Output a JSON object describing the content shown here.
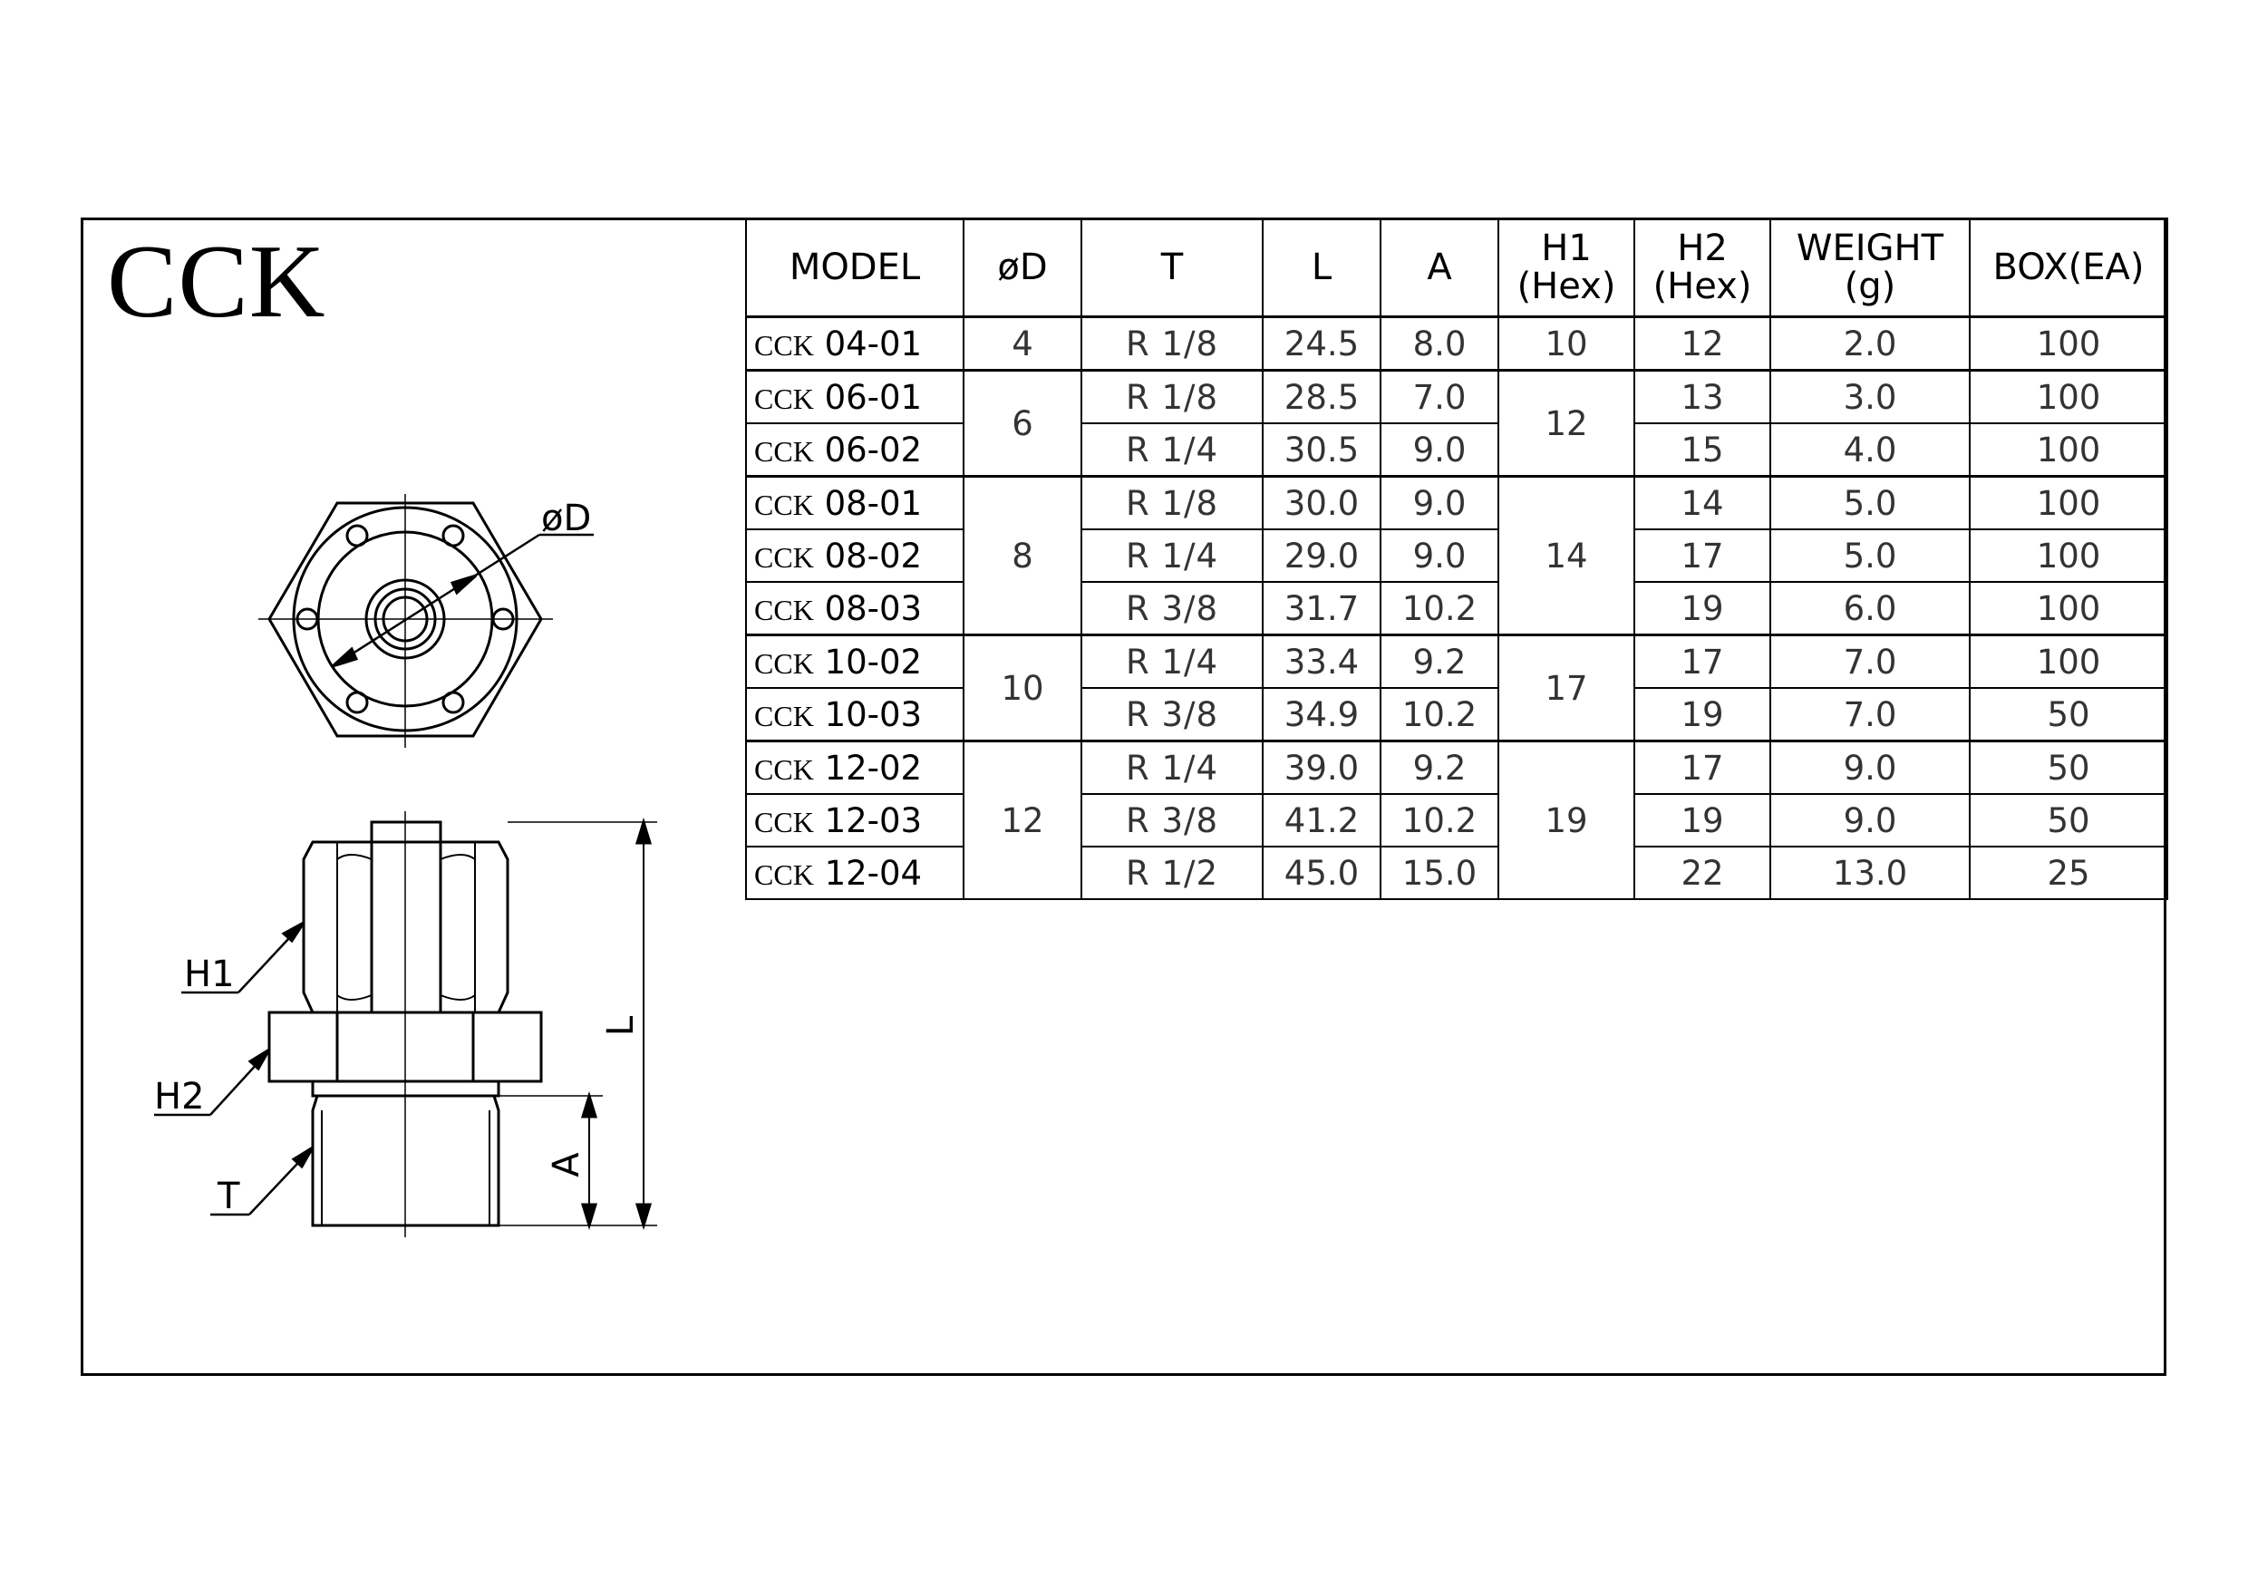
{
  "title": "CCK",
  "table": {
    "headers": [
      {
        "line1": "MODEL",
        "line2": ""
      },
      {
        "line1": "øD",
        "line2": ""
      },
      {
        "line1": "T",
        "line2": ""
      },
      {
        "line1": "L",
        "line2": ""
      },
      {
        "line1": "A",
        "line2": ""
      },
      {
        "line1": "H1",
        "line2": "(Hex)"
      },
      {
        "line1": "H2",
        "line2": "(Hex)"
      },
      {
        "line1": "WEIGHT",
        "line2": "(g)"
      },
      {
        "line1": "BOX(EA)",
        "line2": ""
      }
    ],
    "rows": [
      {
        "prefix": "CCK",
        "code": "04-01",
        "D": "4",
        "T": "R 1/8",
        "L": "24.5",
        "A": "8.0",
        "H1": "10",
        "H2": "12",
        "W": "2.0",
        "BOX": "100"
      },
      {
        "prefix": "CCK",
        "code": "06-01",
        "D": "6",
        "T": "R 1/8",
        "L": "28.5",
        "A": "7.0",
        "H1": "12",
        "H2": "13",
        "W": "3.0",
        "BOX": "100"
      },
      {
        "prefix": "CCK",
        "code": "06-02",
        "D": "",
        "T": "R 1/4",
        "L": "30.5",
        "A": "9.0",
        "H1": "",
        "H2": "15",
        "W": "4.0",
        "BOX": "100"
      },
      {
        "prefix": "CCK",
        "code": "08-01",
        "D": "8",
        "T": "R 1/8",
        "L": "30.0",
        "A": "9.0",
        "H1": "14",
        "H2": "14",
        "W": "5.0",
        "BOX": "100"
      },
      {
        "prefix": "CCK",
        "code": "08-02",
        "D": "",
        "T": "R 1/4",
        "L": "29.0",
        "A": "9.0",
        "H1": "",
        "H2": "17",
        "W": "5.0",
        "BOX": "100"
      },
      {
        "prefix": "CCK",
        "code": "08-03",
        "D": "",
        "T": "R 3/8",
        "L": "31.7",
        "A": "10.2",
        "H1": "",
        "H2": "19",
        "W": "6.0",
        "BOX": "100"
      },
      {
        "prefix": "CCK",
        "code": "10-02",
        "D": "10",
        "T": "R 1/4",
        "L": "33.4",
        "A": "9.2",
        "H1": "17",
        "H2": "17",
        "W": "7.0",
        "BOX": "100"
      },
      {
        "prefix": "CCK",
        "code": "10-03",
        "D": "",
        "T": "R 3/8",
        "L": "34.9",
        "A": "10.2",
        "H1": "",
        "H2": "19",
        "W": "7.0",
        "BOX": "50"
      },
      {
        "prefix": "CCK",
        "code": "12-02",
        "D": "12",
        "T": "R 1/4",
        "L": "39.0",
        "A": "9.2",
        "H1": "19",
        "H2": "17",
        "W": "9.0",
        "BOX": "50"
      },
      {
        "prefix": "CCK",
        "code": "12-03",
        "D": "",
        "T": "R 3/8",
        "L": "41.2",
        "A": "10.2",
        "H1": "",
        "H2": "19",
        "W": "9.0",
        "BOX": "50"
      },
      {
        "prefix": "CCK",
        "code": "12-04",
        "D": "",
        "T": "R 1/2",
        "L": "45.0",
        "A": "15.0",
        "H1": "",
        "H2": "22",
        "W": "13.0",
        "BOX": "25"
      }
    ]
  },
  "drawing": {
    "label_D": "øD",
    "label_H1": "H1",
    "label_H2": "H2",
    "label_T": "T",
    "label_L": "L",
    "label_A": "A"
  }
}
